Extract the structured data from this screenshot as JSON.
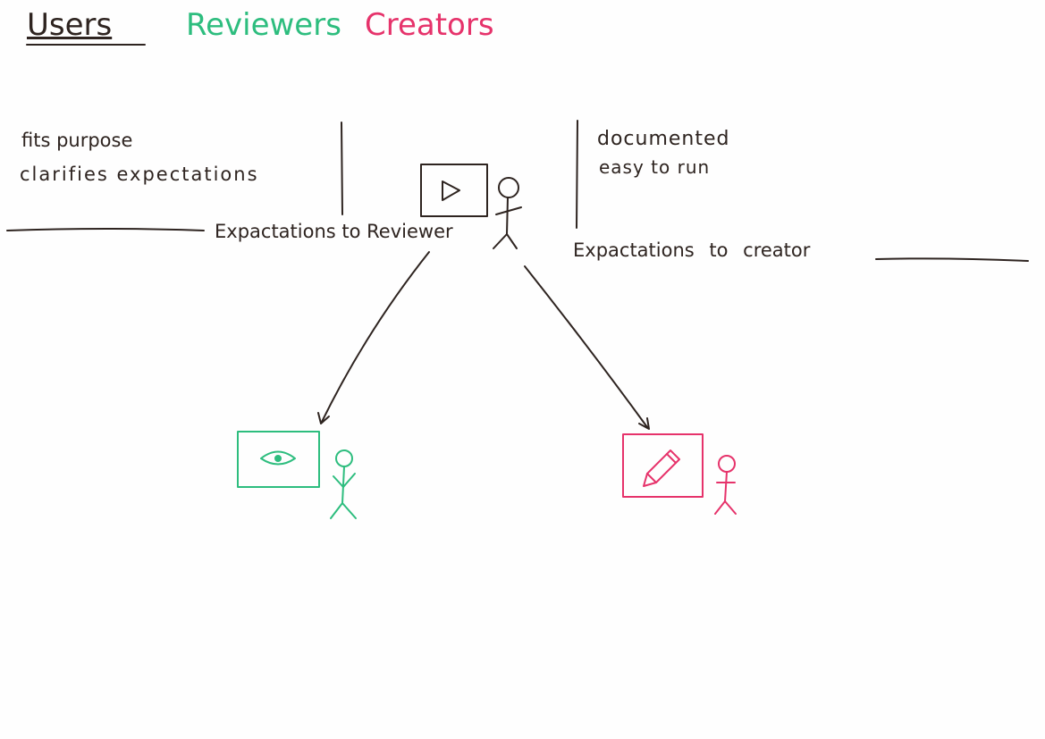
{
  "header": {
    "users": "Users",
    "reviewers": "Reviewers",
    "creators": "Creators"
  },
  "left_notes": [
    "fits purpose",
    "clarifies expectations"
  ],
  "right_notes": [
    "documented",
    "easy to run"
  ],
  "labels": {
    "to_reviewer": "Expactations to Reviewer",
    "to_creator": "Expactations to creator"
  },
  "colors": {
    "ink": "#2e2420",
    "reviewer": "#2dbd7e",
    "creator": "#e6336b"
  }
}
